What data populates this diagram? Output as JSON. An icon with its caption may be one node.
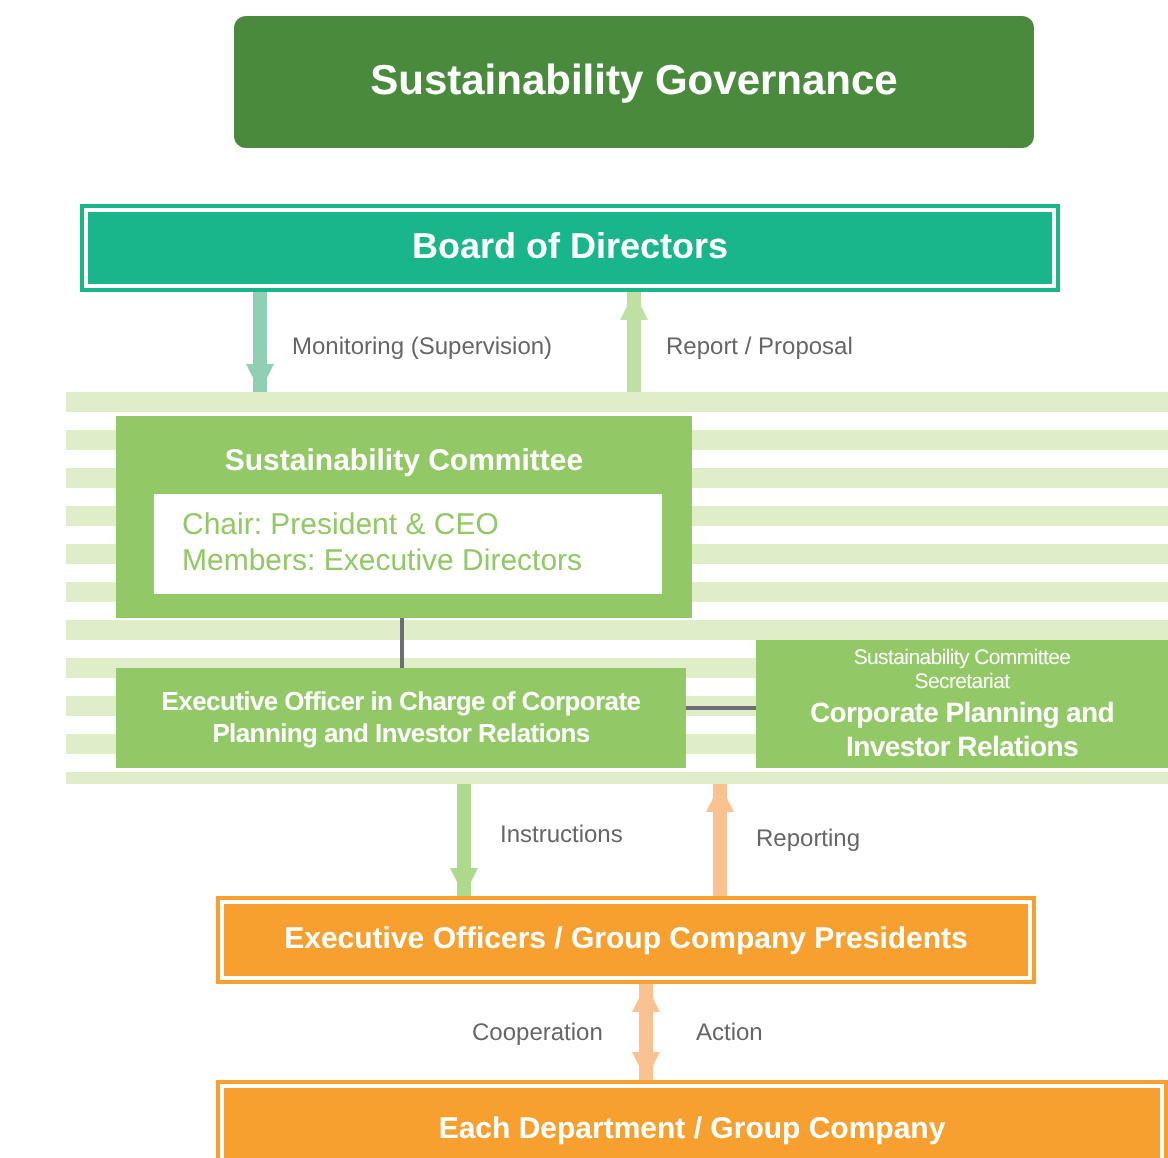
{
  "diagram": {
    "title": "Sustainability Governance",
    "nodes": [
      {
        "text": [
          "Board of Directors"
        ]
      },
      {
        "text": [],
        "shape": "box"
      },
      {
        "text": [
          "Sustainability Committee"
        ],
        "in": 1
      },
      {
        "text": [
          "Chair: President & CEO",
          "Members: Executive Directors"
        ],
        "in": 2
      },
      {
        "text": [
          "Executive Officer in Charge of Corporate Planning and Investor Relations"
        ],
        "in": 1
      },
      {
        "text": [
          "Sustainability Committee Secretariat",
          "Corporate Planning and Investor Relations"
        ],
        "in": 1
      },
      {
        "text": [
          "Executive Officers / Group Company Presidents"
        ]
      },
      {
        "text": [
          "Each Department / Group Company"
        ]
      }
    ],
    "edges": [
      {
        "from": 0,
        "to": 1,
        "arrow": "to",
        "label": "Monitoring (Supervision)",
        "color": "#8fd0b5"
      },
      {
        "from": 1,
        "to": 0,
        "arrow": "to",
        "label": "Report / Proposal",
        "color": "#bfe0a3"
      },
      {
        "from": 2,
        "to": 4,
        "arrow": "none",
        "color": "#6d6e71"
      },
      {
        "from": 4,
        "to": 5,
        "arrow": "none",
        "color": "#6d6e71"
      },
      {
        "from": 1,
        "to": 6,
        "arrow": "to",
        "label": "Instructions",
        "color": "#acd98c"
      },
      {
        "from": 6,
        "to": 1,
        "arrow": "to",
        "label": "Reporting",
        "color": "#f9c290"
      },
      {
        "from": 6,
        "to": 7,
        "arrow": "both",
        "label": "Cooperation",
        "color": "#f9c290"
      }
    ],
    "labels": [
      "Action"
    ]
  }
}
